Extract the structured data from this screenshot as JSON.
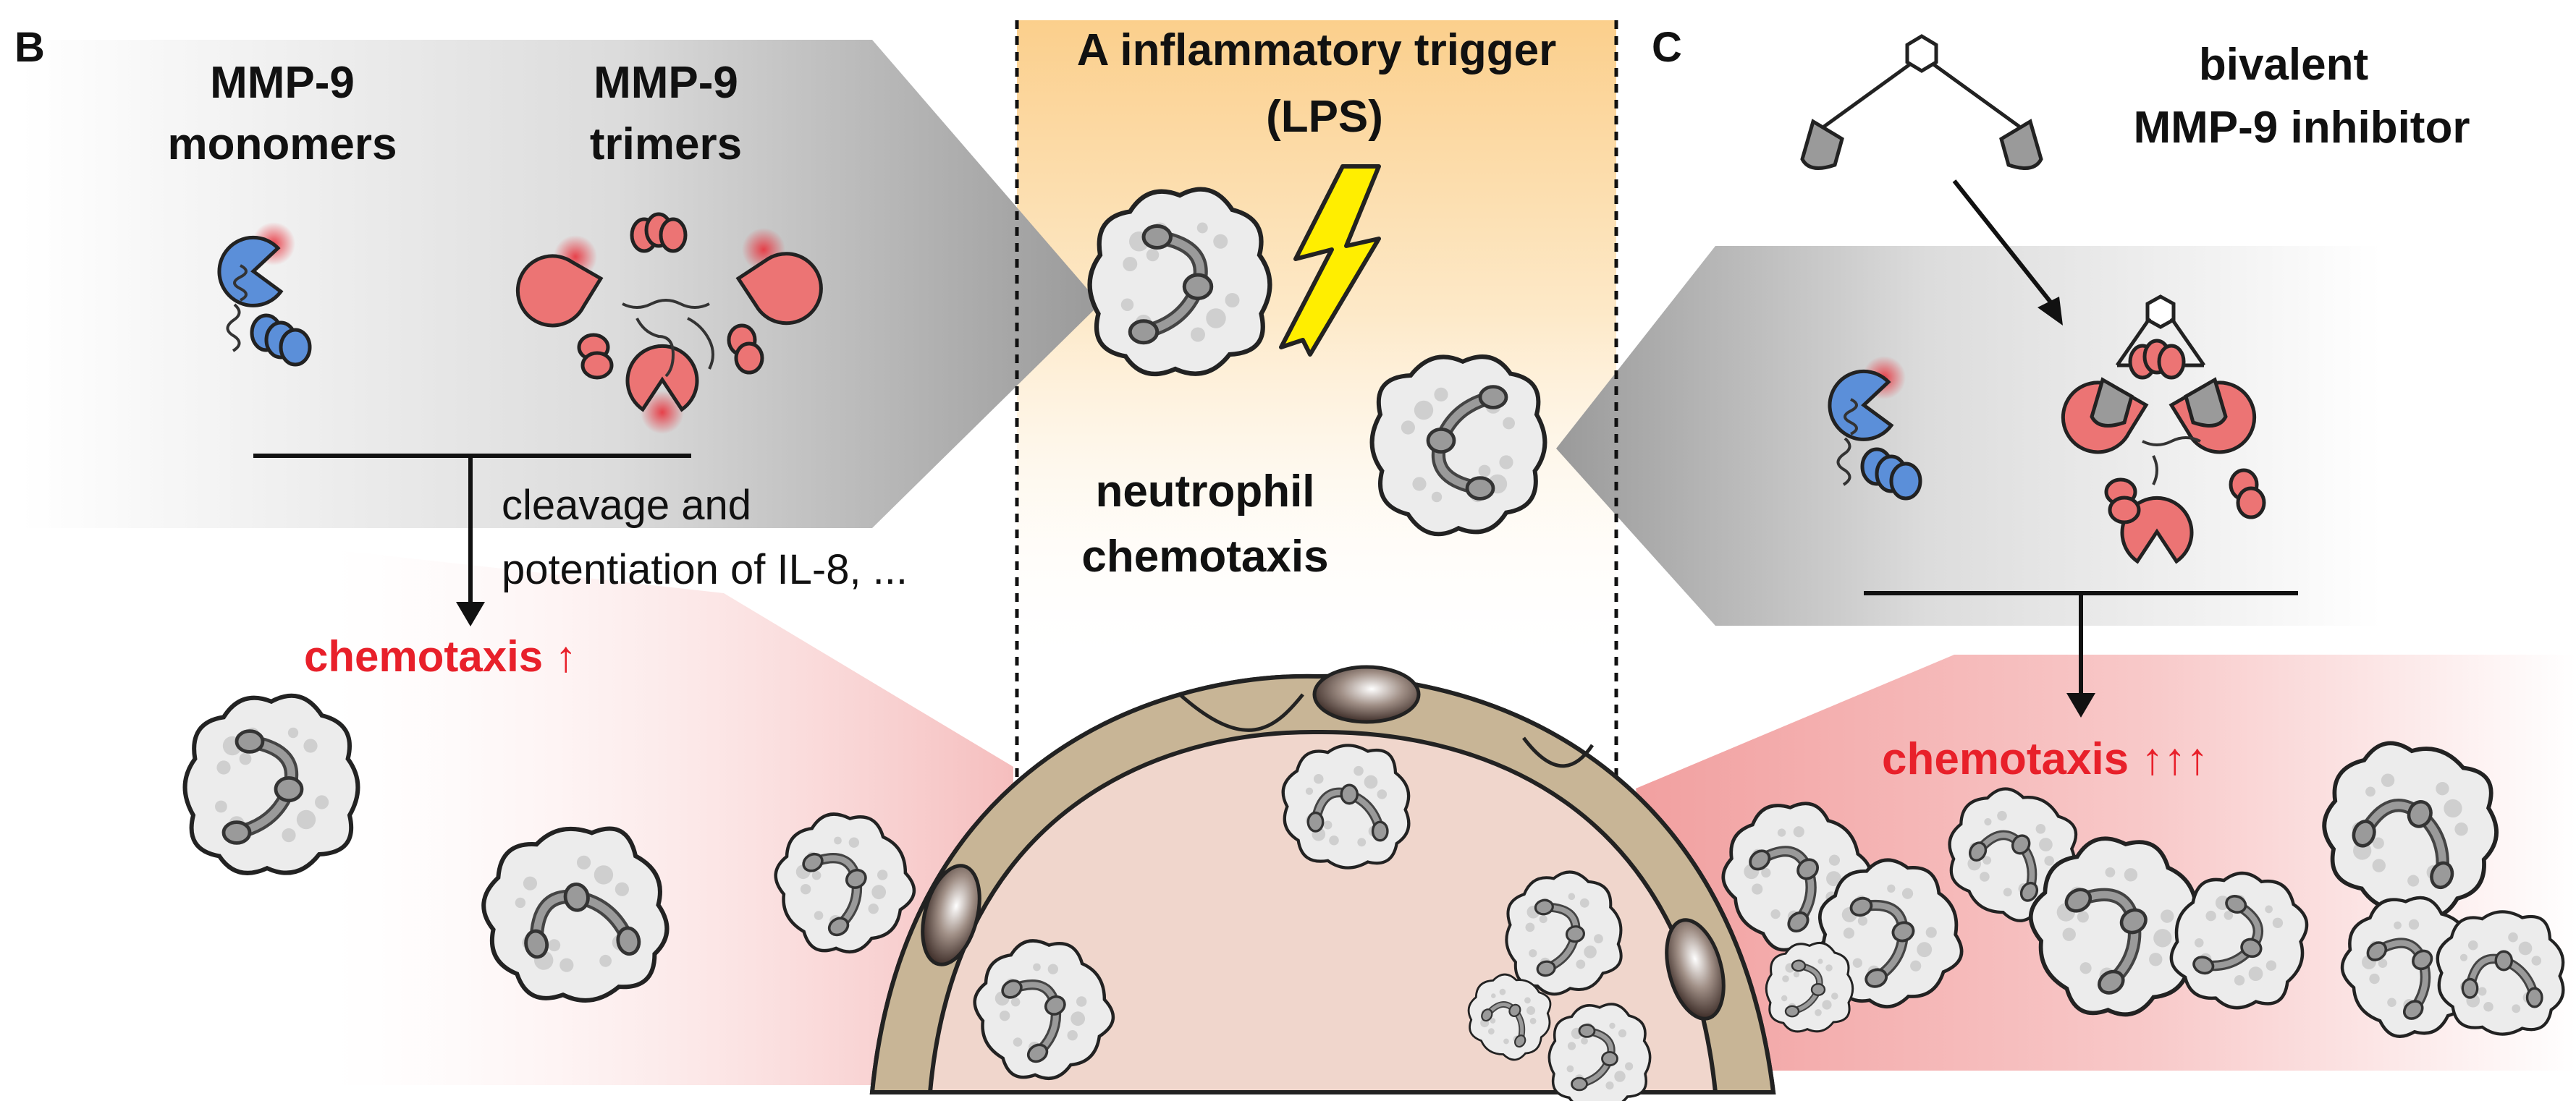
{
  "panels": {
    "a": {
      "title_line1": "A inflammatory trigger",
      "title_line2": "(LPS)",
      "neutrophil_line1": "neutrophil",
      "neutrophil_line2": "chemotaxis"
    },
    "b": {
      "letter": "B",
      "monomers_line1": "MMP-9",
      "monomers_line2": "monomers",
      "trimers_line1": "MMP-9",
      "trimers_line2": "trimers",
      "arrow_text_line1": "cleavage and",
      "arrow_text_line2": "potentiation of IL-8, ...",
      "chemotaxis": "chemotaxis ↑"
    },
    "c": {
      "letter": "C",
      "inhibitor_line1": "bivalent",
      "inhibitor_line2": "MMP-9 inhibitor",
      "chemotaxis": "chemotaxis ↑↑↑"
    }
  },
  "colors": {
    "monomer_blue": "#5b8fd9",
    "trimer_red": "#ec7474",
    "chemotaxis_red": "#e8202a",
    "vessel_tan": "#c8b596",
    "vessel_lumen": "#f0d6cc",
    "lps_yellow": "#ffee00",
    "trigger_band": "#fde3b3",
    "inhibitor_gray": "#9a9a9a",
    "cell_fill": "#ececec"
  }
}
